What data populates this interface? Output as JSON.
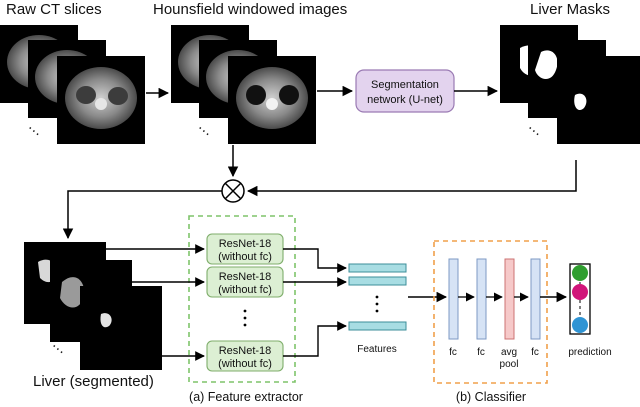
{
  "labels": {
    "raw_ct": "Raw CT slices",
    "hounsfield": "Hounsfield windowed images",
    "liver_masks": "Liver Masks",
    "seg_line1": "Segmentation",
    "seg_line2": "network (U-net)",
    "liver_segmented": "Liver (segmented)",
    "features": "Features",
    "prediction": "prediction",
    "feature_extractor": "(a) Feature extractor",
    "classifier": "(b) Classifier"
  },
  "resnet_blocks": [
    {
      "line1": "ResNet-18",
      "line2": "(without fc)"
    },
    {
      "line1": "ResNet-18",
      "line2": "(without fc)"
    },
    {
      "line1": "ResNet-18",
      "line2": "(without fc)"
    }
  ],
  "layers": [
    {
      "label": "fc"
    },
    {
      "label": "fc"
    },
    {
      "label": "avg",
      "label2": "pool"
    },
    {
      "label": "fc"
    }
  ],
  "ellipsis": "…",
  "colors": {
    "seg_fill": "#e3d3ee",
    "seg_stroke": "#9a7ab3",
    "resnet_fill": "#dcefd3",
    "resnet_stroke": "#7fae6b",
    "extractor_dash": "#7ec46a",
    "classifier_dash": "#f0a04b",
    "feature_fill": "#a8dde3",
    "feature_stroke": "#3d8e98",
    "fc_fill": "#d6e3f5",
    "fc_stroke": "#7d9ac4",
    "pool_fill": "#f6c9c9",
    "pool_stroke": "#cc7373",
    "pred_green": "#2f9e2f",
    "pred_magenta": "#d1157a",
    "pred_blue": "#2f94d4"
  }
}
